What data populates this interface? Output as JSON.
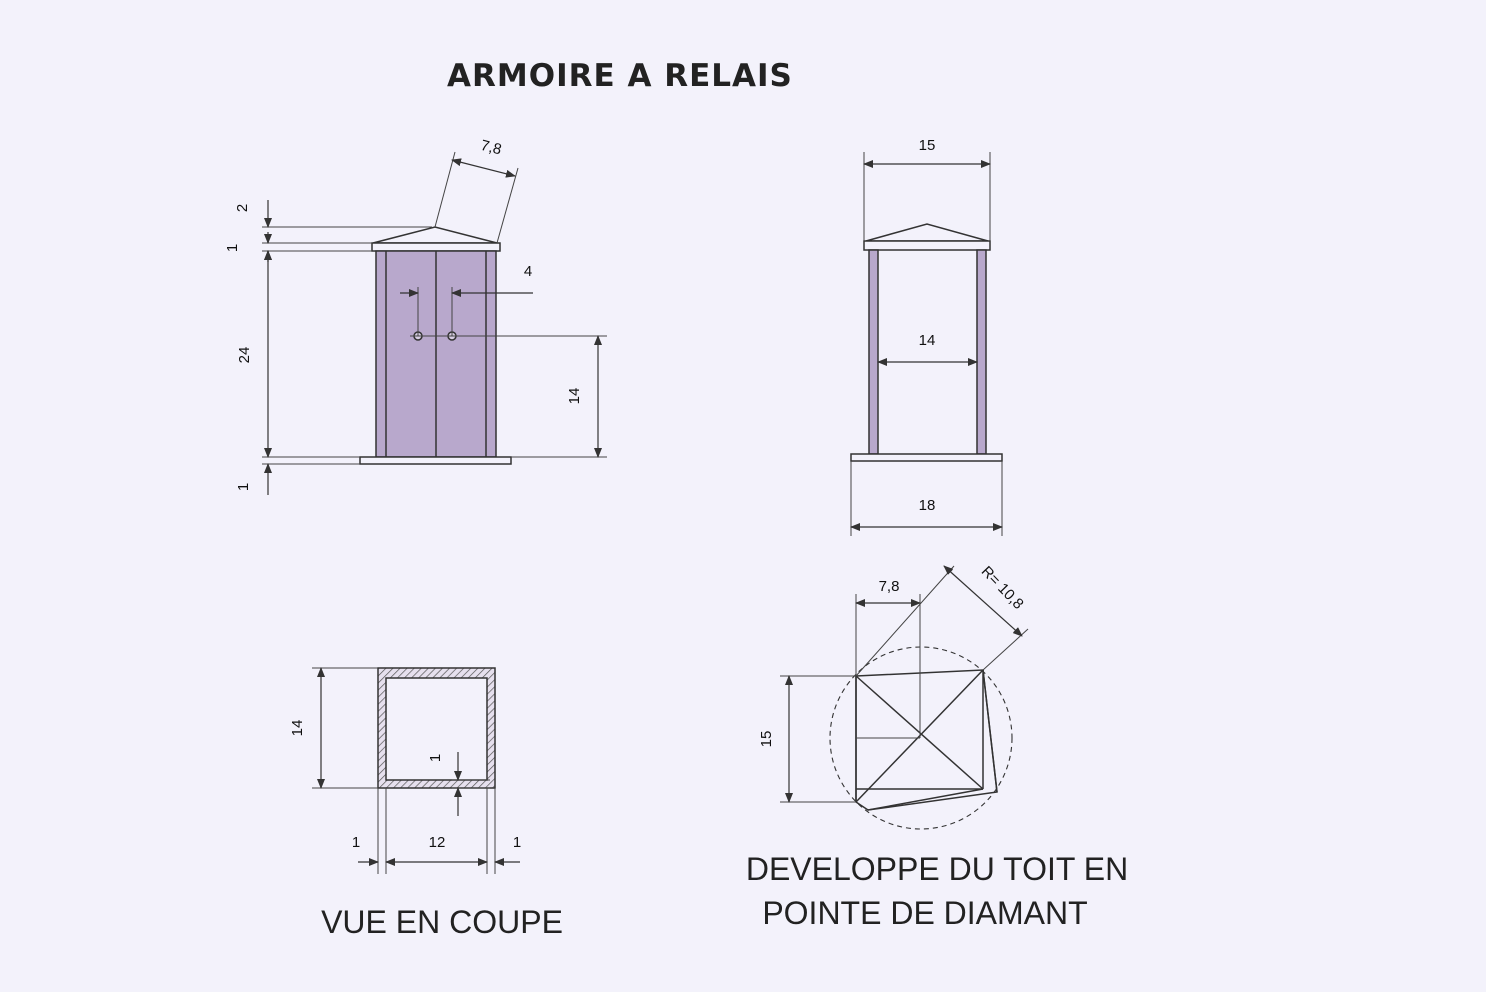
{
  "title": "ARMOIRE A RELAIS",
  "colors": {
    "background": "#f3f2fb",
    "cabinet_fill": "#b8a8cc",
    "line": "#333333"
  },
  "front_view": {
    "roof_slope": "7,8",
    "roof_height": "2",
    "roof_thickness": "1",
    "body_height": "24",
    "base_thickness": "1",
    "handle_spacing": "4",
    "handle_height": "14"
  },
  "side_view": {
    "roof_width": "15",
    "inner_width": "14",
    "base_width": "18"
  },
  "section_view": {
    "height": "14",
    "wall_right": "1",
    "wall_left": "1",
    "inner_width": "12",
    "wall_right_bottom": "1",
    "caption": "VUE EN COUPE"
  },
  "roof_development": {
    "side": "7,8",
    "radius": "R= 10,8",
    "height": "15",
    "caption_line1": "DEVELOPPE DU TOIT EN",
    "caption_line2": "POINTE DE DIAMANT"
  }
}
